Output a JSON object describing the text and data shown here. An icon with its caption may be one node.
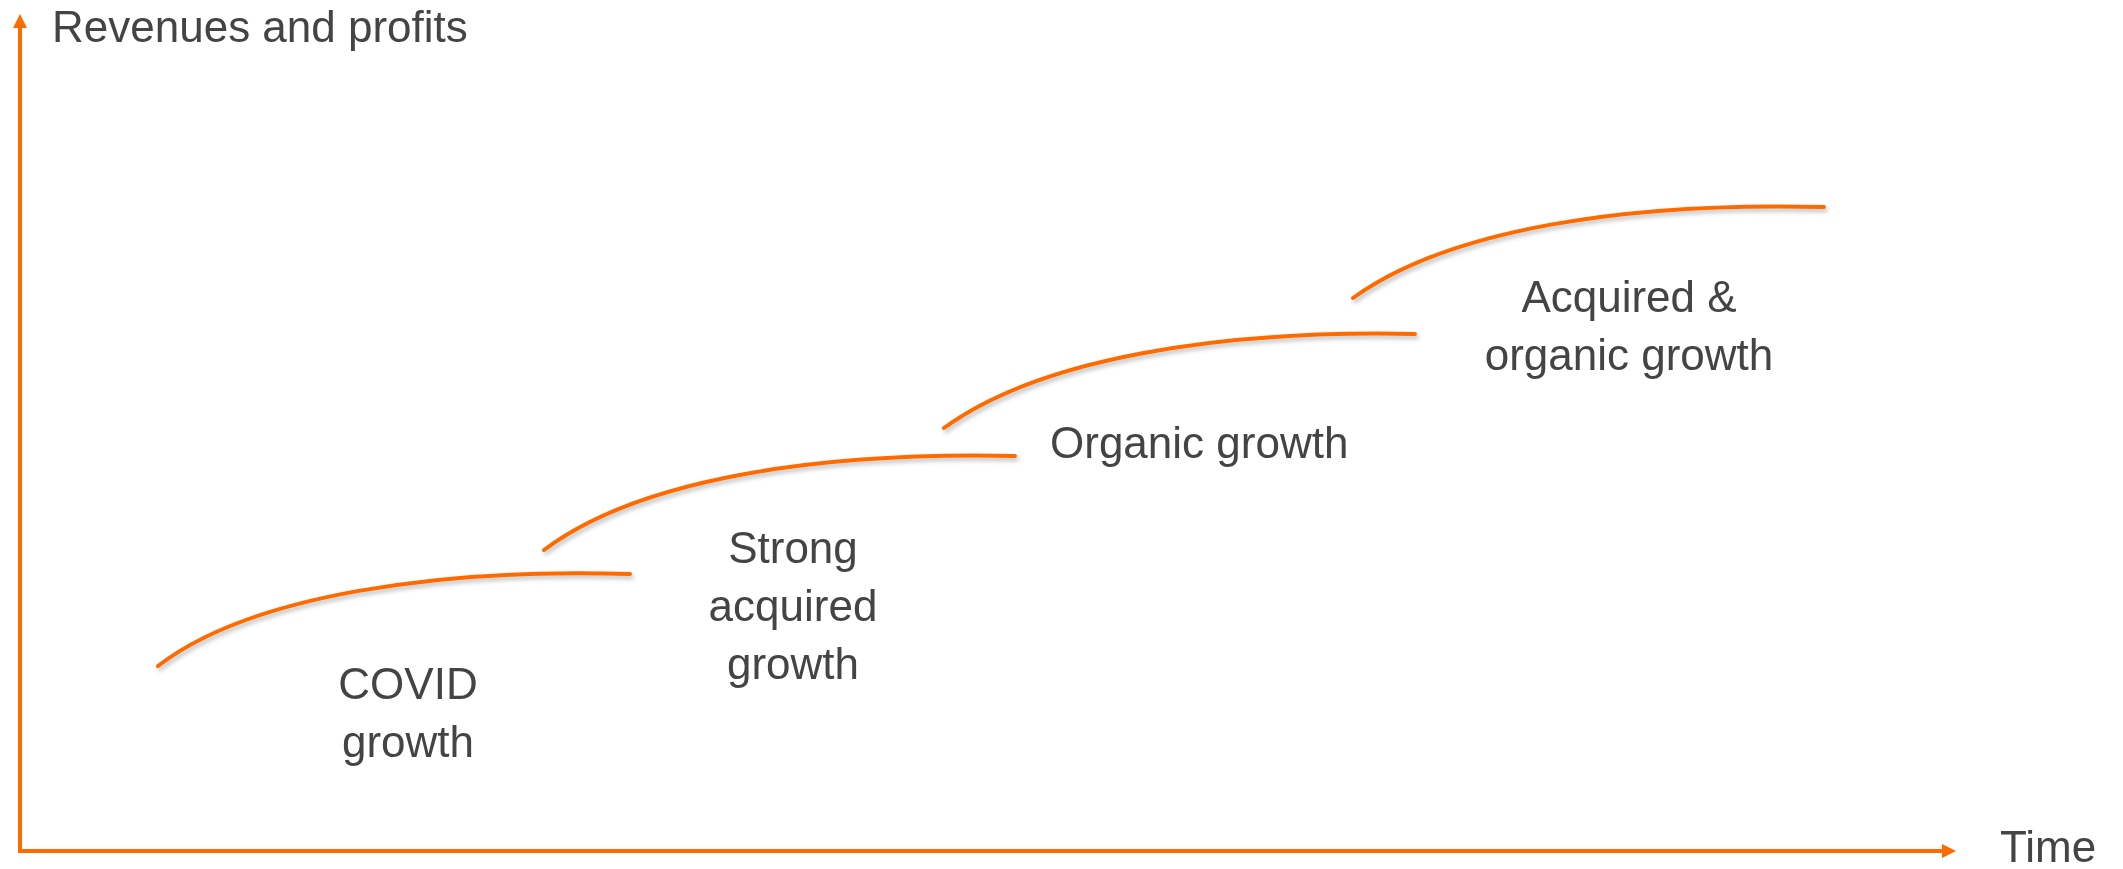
{
  "diagram": {
    "labels": [
      "Revenues and profits",
      "Acquired & organic growth",
      "Organic growth",
      "Strong acquired growth",
      "COVID growth",
      "Time"
    ]
  }
}
